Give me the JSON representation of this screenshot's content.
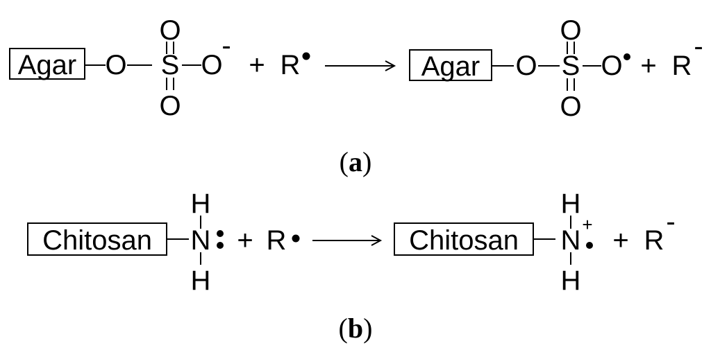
{
  "reaction_a": {
    "reactant_box": "Agar",
    "o1": "O",
    "s": "S",
    "o_top": "O",
    "o_bottom": "O",
    "o_end": "O",
    "o_end_charge": "-",
    "plus1": "+",
    "radical": "R",
    "product_box": "Agar",
    "p_o1": "O",
    "p_s": "S",
    "p_o_top": "O",
    "p_o_bottom": "O",
    "p_o_end": "O",
    "plus2": "+",
    "product_r": "R",
    "product_r_charge": "-",
    "caption_open": "(",
    "caption_letter": "a",
    "caption_close": ")"
  },
  "reaction_b": {
    "reactant_box": "Chitosan",
    "h_top": "H",
    "n": "N",
    "h_bottom": "H",
    "plus1": "+",
    "radical": "R",
    "product_box": "Chitosan",
    "p_h_top": "H",
    "p_n": "N",
    "p_n_charge": "+",
    "p_h_bottom": "H",
    "plus2": "+",
    "product_r": "R",
    "product_r_charge": "-",
    "caption_open": "(",
    "caption_letter": "b",
    "caption_close": ")"
  }
}
